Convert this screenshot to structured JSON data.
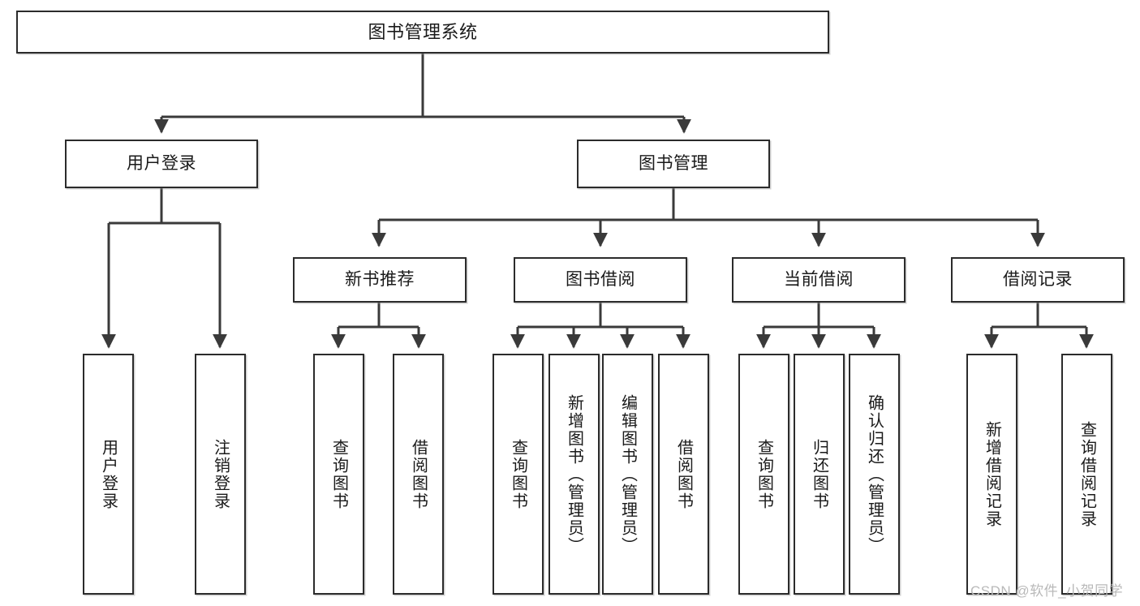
{
  "diagram": {
    "title": "图书管理系统",
    "type": "hierarchy-tree",
    "levels": 4,
    "colors": {
      "box_border": "#2b2b2b",
      "box_fill": "#ffffff",
      "connector": "#3a3a3a",
      "text": "#1a1a1a",
      "watermark": "#b9b9b9",
      "background": "#ffffff"
    },
    "nodes": {
      "root": {
        "label": "图书管理系统"
      },
      "level2": [
        {
          "label": "用户登录"
        },
        {
          "label": "图书管理"
        }
      ],
      "level3": [
        {
          "label": "新书推荐"
        },
        {
          "label": "图书借阅"
        },
        {
          "label": "当前借阅"
        },
        {
          "label": "借阅记录"
        }
      ],
      "leaves": {
        "user_login": [
          {
            "label": "用户登录"
          },
          {
            "label": "注销登录"
          }
        ],
        "new_book_recommend": [
          {
            "label": "查询图书"
          },
          {
            "label": "借阅图书"
          }
        ],
        "book_borrow": [
          {
            "label": "查询图书"
          },
          {
            "label": "新增图书（管理员）"
          },
          {
            "label": "编辑图书（管理员）"
          },
          {
            "label": "借阅图书"
          }
        ],
        "current_borrow": [
          {
            "label": "查询图书"
          },
          {
            "label": "归还图书"
          },
          {
            "label": "确认归还（管理员）"
          }
        ],
        "borrow_records": [
          {
            "label": "新增借阅记录"
          },
          {
            "label": "查询借阅记录"
          }
        ]
      }
    }
  },
  "watermark": {
    "text": "CSDN @软件_小贺同学"
  }
}
